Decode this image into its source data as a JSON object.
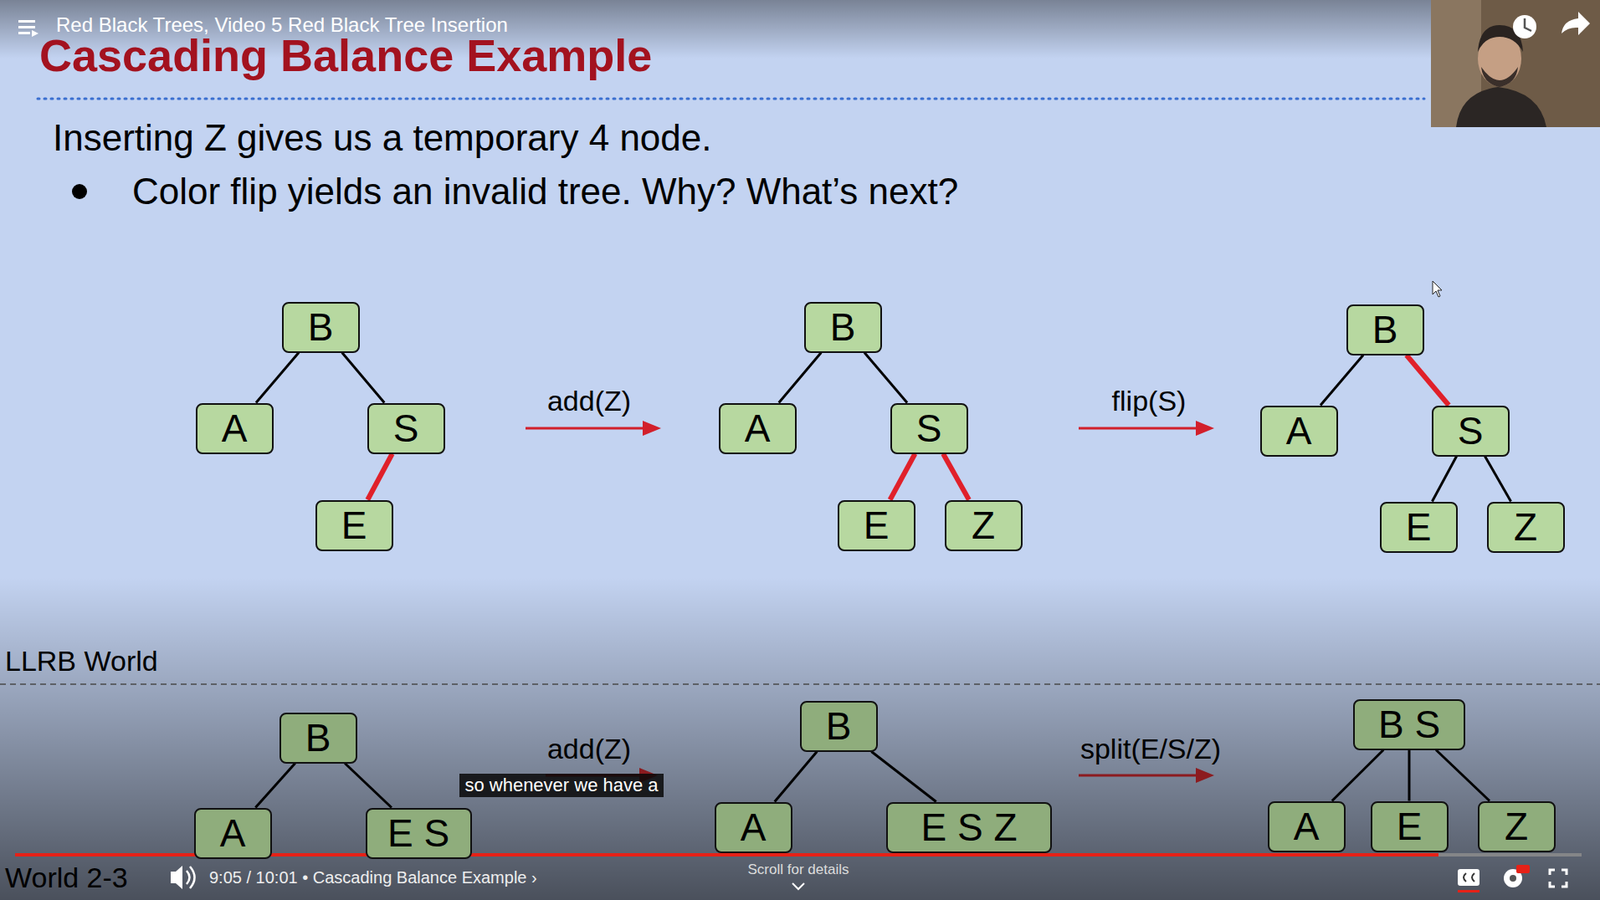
{
  "diagram": {
    "title": "Cascading Balance Example",
    "nodes": [
      {
        "text": [
          "B"
        ]
      },
      {
        "text": [
          "A"
        ]
      },
      {
        "text": [
          "S"
        ]
      },
      {
        "text": [
          "E"
        ]
      },
      {
        "text": [
          "B"
        ]
      },
      {
        "text": [
          "A"
        ]
      },
      {
        "text": [
          "S"
        ]
      },
      {
        "text": [
          "E"
        ]
      },
      {
        "text": [
          "Z"
        ]
      },
      {
        "text": [
          "B"
        ]
      },
      {
        "text": [
          "A"
        ]
      },
      {
        "text": [
          "S"
        ]
      },
      {
        "text": [
          "E"
        ]
      },
      {
        "text": [
          "Z"
        ]
      },
      {
        "text": [
          "B"
        ]
      },
      {
        "text": [
          "A"
        ]
      },
      {
        "text": [
          "E S"
        ]
      },
      {
        "text": [
          "B"
        ]
      },
      {
        "text": [
          "A"
        ]
      },
      {
        "text": [
          "E S Z"
        ]
      },
      {
        "text": [
          "B S"
        ]
      },
      {
        "text": [
          "A"
        ]
      },
      {
        "text": [
          "E"
        ]
      },
      {
        "text": [
          "Z"
        ]
      }
    ],
    "edges": [
      {
        "from": 0,
        "to": 1,
        "arrow": "none"
      },
      {
        "from": 0,
        "to": 2,
        "arrow": "none"
      },
      {
        "from": 2,
        "to": 3,
        "arrow": "none"
      },
      {
        "from": 4,
        "to": 5,
        "arrow": "none"
      },
      {
        "from": 4,
        "to": 6,
        "arrow": "none"
      },
      {
        "from": 6,
        "to": 7,
        "arrow": "none"
      },
      {
        "from": 6,
        "to": 8,
        "arrow": "none"
      },
      {
        "from": 9,
        "to": 10,
        "arrow": "none"
      },
      {
        "from": 9,
        "to": 11,
        "arrow": "none"
      },
      {
        "from": 11,
        "to": 12,
        "arrow": "none"
      },
      {
        "from": 11,
        "to": 13,
        "arrow": "none"
      },
      {
        "from": 14,
        "to": 15,
        "arrow": "none"
      },
      {
        "from": 14,
        "to": 16,
        "arrow": "none"
      },
      {
        "from": 17,
        "to": 18,
        "arrow": "none"
      },
      {
        "from": 17,
        "to": 19,
        "arrow": "none"
      },
      {
        "from": 20,
        "to": 21,
        "arrow": "none"
      },
      {
        "from": 20,
        "to": 22,
        "arrow": "none"
      },
      {
        "from": 20,
        "to": 23,
        "arrow": "none"
      }
    ],
    "labels": [
      "Red Black Trees, Video 5 Red Black Tree Insertion",
      "Inserting Z gives us a temporary 4 node.",
      "Color flip yields an invalid tree. Why? What’s next?",
      "add(Z)",
      "flip(S)",
      "LLRB World",
      "add(Z)",
      "split(E/S/Z)",
      "so whenever we have a",
      "World 2-3",
      "9:05 / 10:01 • Cascading Balance Example ›",
      "Scroll for details"
    ]
  }
}
